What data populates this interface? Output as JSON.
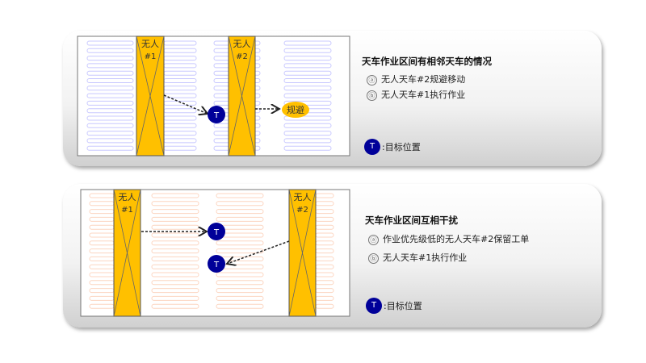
{
  "colors": {
    "crane": "#FFC000",
    "target": "#000099",
    "slot1": "#c8c8ff",
    "slot2": "#fcd5c0"
  },
  "panel1": {
    "title": "天车作业区间有相邻天车的情况",
    "items": [
      {
        "marker": "ⓐ",
        "text": "无人天车#2规避移动"
      },
      {
        "marker": "ⓑ",
        "text": "无人天车#1执行作业"
      }
    ],
    "cranes": [
      {
        "label1": "无人",
        "label2": "#1"
      },
      {
        "label1": "无人",
        "label2": "#2"
      }
    ],
    "target_label": "T",
    "avoid_label": "规避",
    "legend": {
      "symbol": "T",
      "text": ":目标位置"
    }
  },
  "panel2": {
    "title": "天车作业区间互相干扰",
    "items": [
      {
        "marker": "ⓐ",
        "text": "作业优先级低的无人天车#2保留工单"
      },
      {
        "marker": "ⓑ",
        "text": "无人天车#1执行作业"
      }
    ],
    "cranes": [
      {
        "label1": "无人",
        "label2": "#1"
      },
      {
        "label1": "无人",
        "label2": "#2"
      }
    ],
    "target_label": "T",
    "legend": {
      "symbol": "T",
      "text": ":目标位置"
    }
  }
}
